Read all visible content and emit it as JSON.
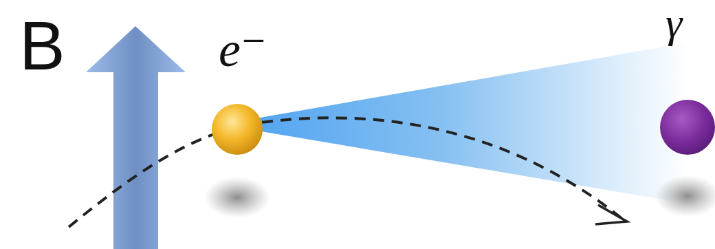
{
  "diagram": {
    "labels": [
      "B",
      "e⁻",
      "γ"
    ]
  }
}
